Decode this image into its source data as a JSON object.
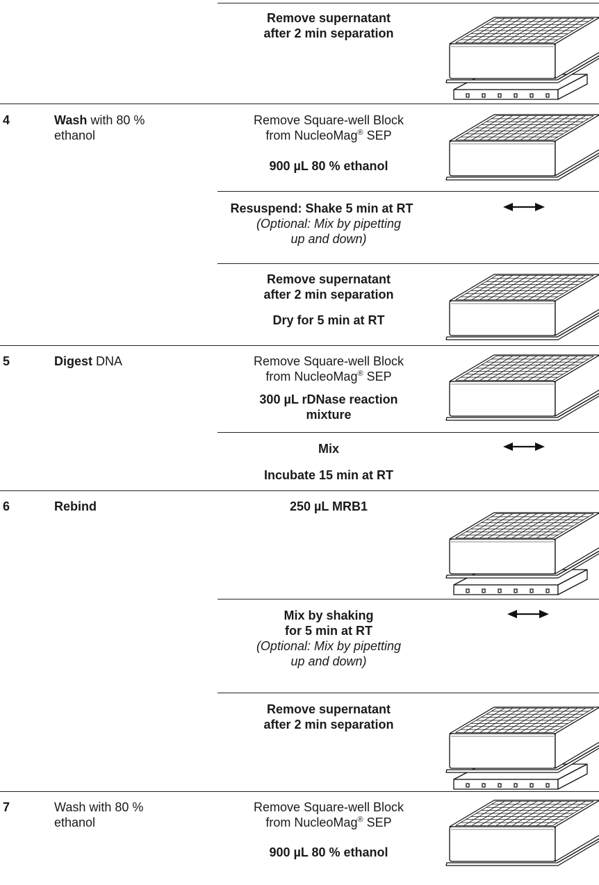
{
  "rows": [
    {
      "number": "",
      "title_bold": "",
      "title_rest": "",
      "sub": [
        {
          "lines": [
            {
              "text": "Remove supernatant\nafter 2 min separation",
              "style": "bold"
            }
          ],
          "figure": "plate-on-magnet"
        }
      ]
    },
    {
      "number": "4",
      "title_bold": "Wash",
      "title_rest": " with 80 %\nethanol",
      "sub": [
        {
          "lines": [
            {
              "text": "Remove Square-well Block\nfrom NucleoMag",
              "suffix": " SEP",
              "style": "normal"
            },
            {
              "text": "900 µL 80 % ethanol",
              "style": "bold"
            }
          ],
          "figure": "plate"
        },
        {
          "lines": [
            {
              "text": "Resuspend: Shake 5 min at RT",
              "style": "bold"
            },
            {
              "text": "(Optional: Mix by pipetting\nup and down)",
              "style": "italic"
            }
          ],
          "figure": "shake-arrow"
        },
        {
          "lines": [
            {
              "text": "Remove supernatant\nafter 2 min separation",
              "style": "bold"
            },
            {
              "text": "Dry for 5 min at RT",
              "style": "bold"
            }
          ],
          "figure": "plate"
        }
      ]
    },
    {
      "number": "5",
      "title_bold": "Digest",
      "title_rest": " DNA",
      "sub": [
        {
          "lines": [
            {
              "text": "Remove Square-well Block\nfrom NucleoMag",
              "suffix": " SEP",
              "style": "normal"
            },
            {
              "text": "300 µL rDNase reaction\nmixture",
              "style": "bold"
            }
          ],
          "figure": "plate"
        },
        {
          "lines": [
            {
              "text": "Mix",
              "style": "bold"
            },
            {
              "text": "Incubate 15 min at RT",
              "style": "bold"
            }
          ],
          "figure": "shake-arrow"
        }
      ]
    },
    {
      "number": "6",
      "title_bold": "Rebind",
      "title_rest": "",
      "sub": [
        {
          "lines": [
            {
              "text": "250 µL MRB1",
              "style": "bold"
            }
          ],
          "figure": "plate-on-magnet"
        },
        {
          "lines": [
            {
              "text": "Mix by shaking\nfor 5 min at RT",
              "style": "bold"
            },
            {
              "text": "(Optional: Mix by pipetting\nup and down)",
              "style": "italic"
            }
          ],
          "figure": "shake-arrow"
        },
        {
          "lines": [
            {
              "text": "Remove supernatant\nafter 2 min separation",
              "style": "bold"
            }
          ],
          "figure": "plate-on-magnet"
        }
      ]
    },
    {
      "number": "7",
      "title_bold": "",
      "title_rest": "Wash with 80 %\nethanol",
      "sub": [
        {
          "lines": [
            {
              "text": "Remove Square-well Block\nfrom NucleoMag",
              "suffix": " SEP",
              "style": "normal"
            },
            {
              "text": "900 µL 80 % ethanol",
              "style": "bold"
            }
          ],
          "figure": "plate"
        }
      ]
    }
  ],
  "registered_mark": "®"
}
